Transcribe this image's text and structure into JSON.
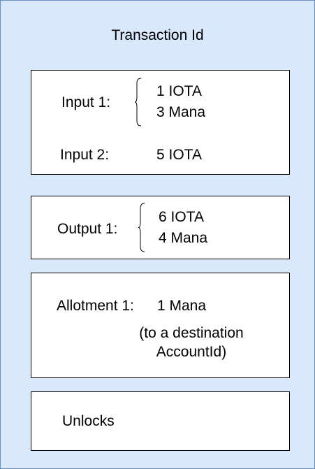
{
  "diagram": {
    "title": "Transaction Id",
    "colors": {
      "background": "#dae8fc",
      "outer_border": "#6c8ebf",
      "box_fill": "#ffffff",
      "box_border": "#000000"
    },
    "inputs_box": {
      "input1_label": "Input 1:",
      "input1_values": [
        "1 IOTA",
        "3 Mana"
      ],
      "input2_label": "Input 2:",
      "input2_value": "5 IOTA"
    },
    "outputs_box": {
      "output1_label": "Output 1:",
      "output1_values": [
        "6 IOTA",
        "4 Mana"
      ]
    },
    "allotments_box": {
      "allotment1_label": "Allotment 1:",
      "allotment1_value": "1 Mana",
      "allotment1_note_line1": "(to a destination",
      "allotment1_note_line2": "AccountId)"
    },
    "unlocks_box": {
      "label": "Unlocks"
    }
  }
}
